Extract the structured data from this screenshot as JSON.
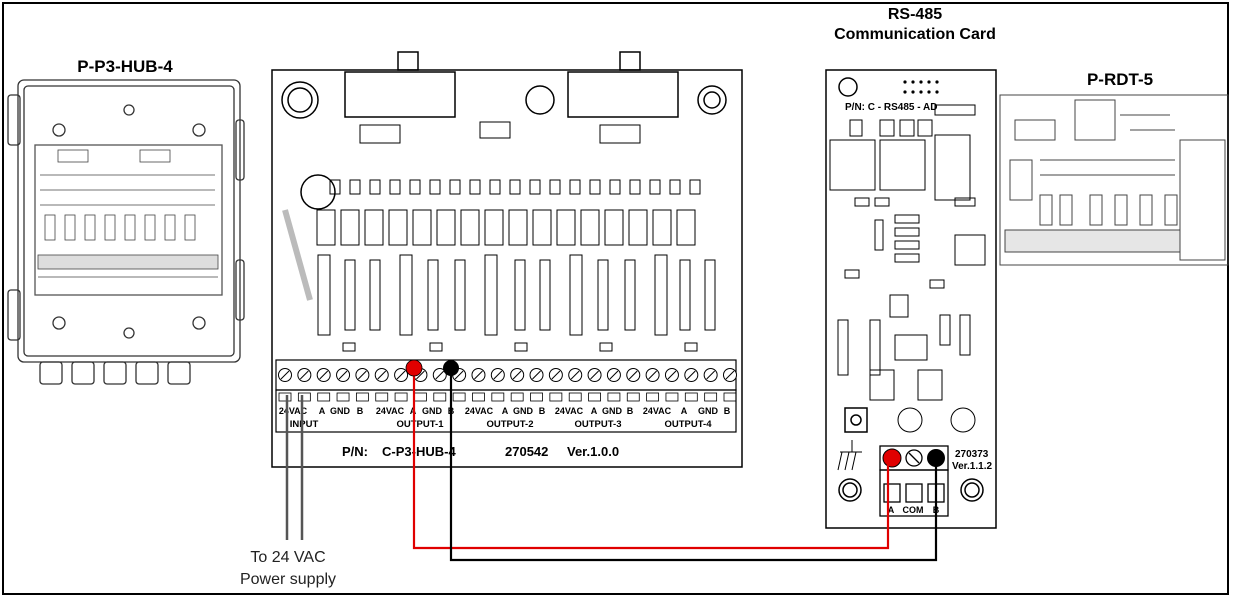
{
  "labels": {
    "hub_enclosure": "P-P3-HUB-4",
    "comm_card_line1": "RS-485",
    "comm_card_line2": "Communication Card",
    "rdt": "P-RDT-5",
    "power_line1": "To 24 VAC",
    "power_line2": "Power supply"
  },
  "hub_board": {
    "terminal_labels": [
      "24VAC",
      "A",
      "GND",
      "B",
      "24VAC",
      "A",
      "GND",
      "B",
      "24VAC",
      "A",
      "GND",
      "B",
      "24VAC",
      "A",
      "GND",
      "B",
      "24VAC",
      "A",
      "GND",
      "B"
    ],
    "group_labels": [
      "INPUT",
      "OUTPUT-1",
      "OUTPUT-2",
      "OUTPUT-3",
      "OUTPUT-4"
    ],
    "part_number_label": "P/N:",
    "part_number": "C-P3-HUB-4",
    "serial": "270542",
    "version": "Ver.1.0.0"
  },
  "comm_card": {
    "part_number": "P/N: C - RS485 - AD",
    "serial": "270373",
    "version": "Ver.1.1.2",
    "terminal_labels": [
      "A",
      "COM",
      "B"
    ]
  },
  "colors": {
    "wire_a": "#e00000",
    "wire_b": "#000000",
    "outline": "#000000"
  }
}
